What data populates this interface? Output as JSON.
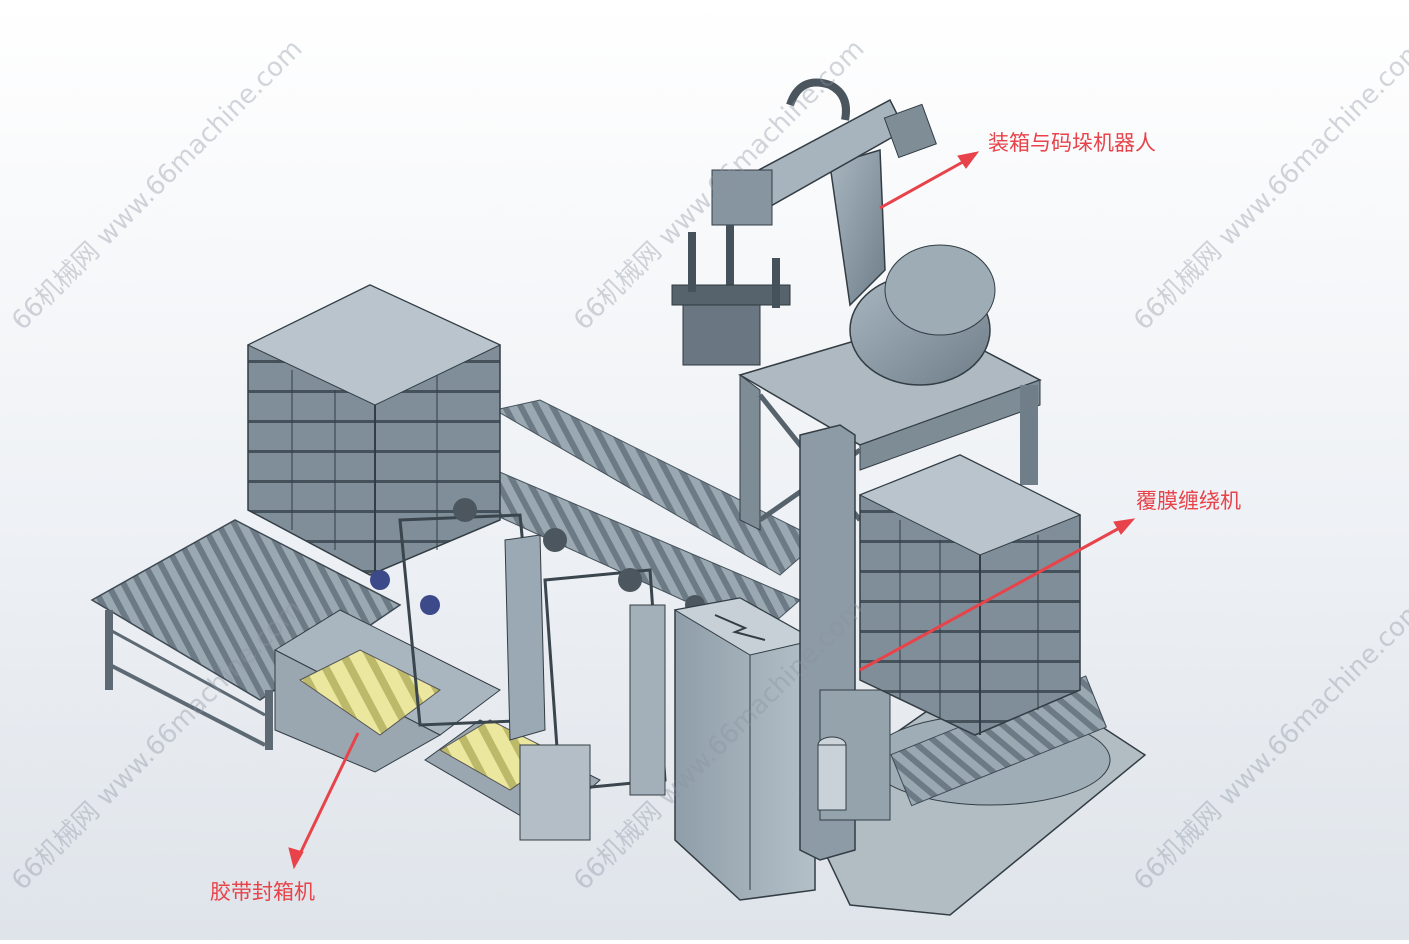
{
  "labels": {
    "robot": "装箱与码垛机器人",
    "wrapper": "覆膜缠绕机",
    "sealer": "胶带封箱机"
  },
  "watermark": {
    "text": "66机械网 www.66machine.com",
    "color": "#8c94a0"
  },
  "colors": {
    "annotation": "#e8434a",
    "metal": "#8a9aa6",
    "metal_dark": "#56636d",
    "rollers_yellow": "#e3df8f",
    "background": "#eef1f5"
  }
}
